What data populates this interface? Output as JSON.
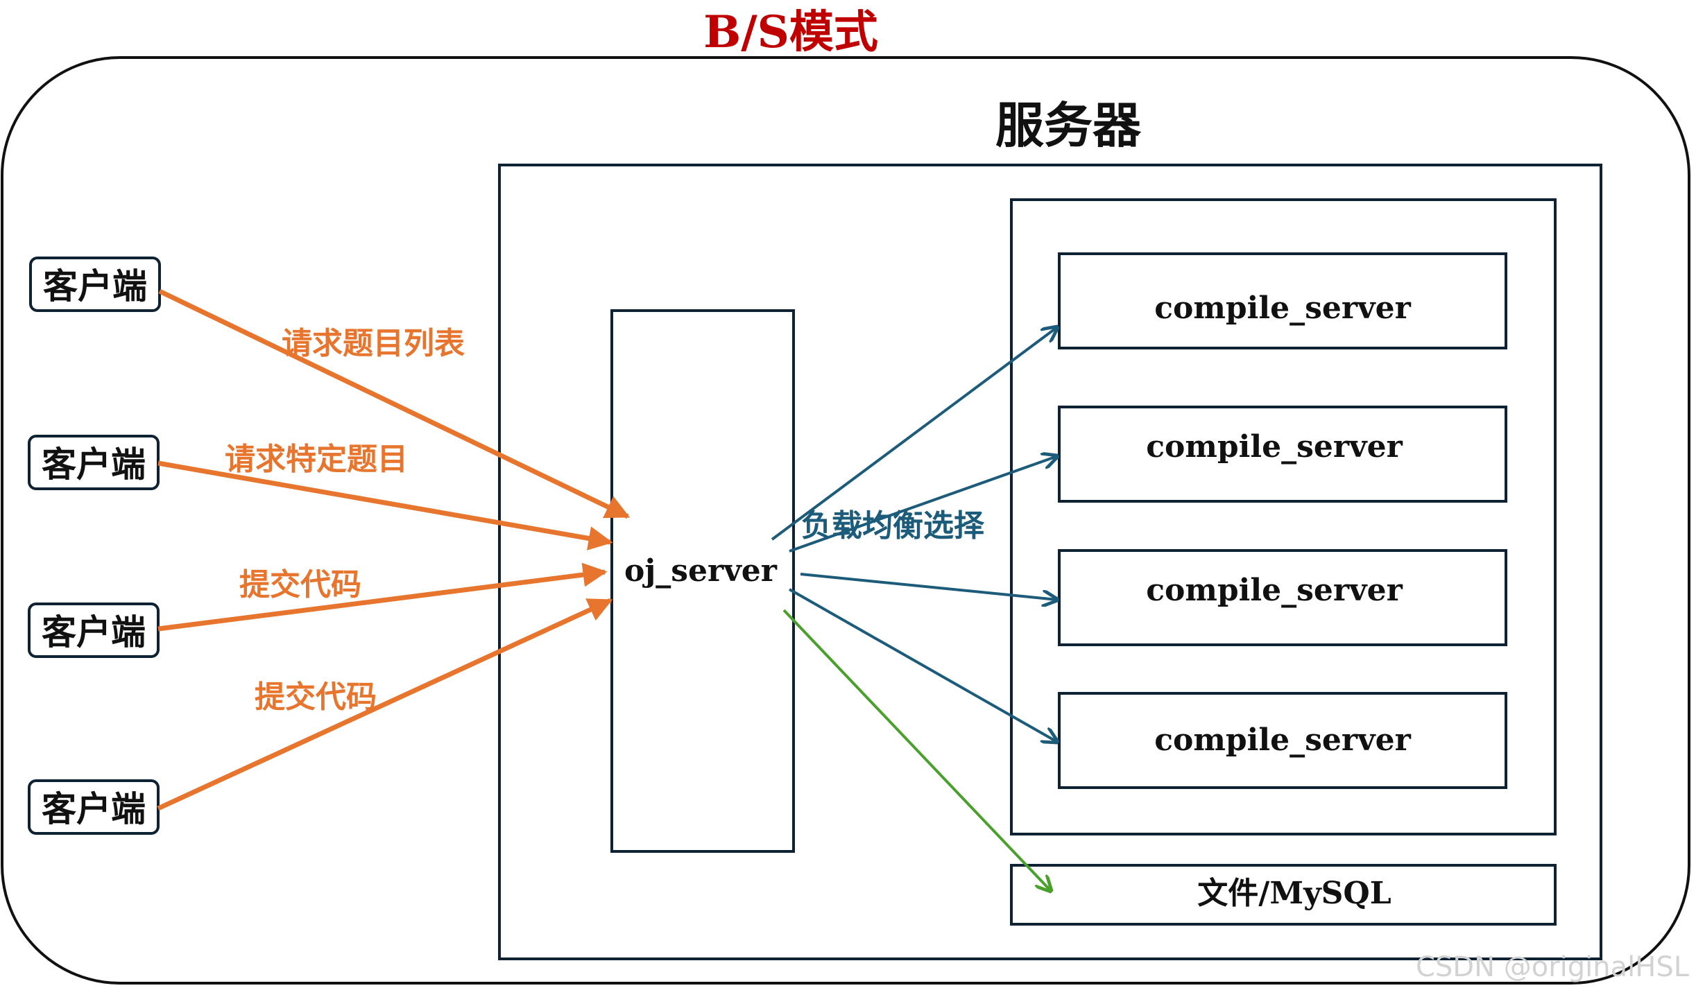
{
  "title": "B/S模式",
  "server_label": "服务器",
  "oj_server": "oj_server",
  "clients": [
    "客户端",
    "客户端",
    "客户端",
    "客户端"
  ],
  "requests": [
    "请求题目列表",
    "请求特定题目",
    "提交代码",
    "提交代码"
  ],
  "load_balance_label": "负载均衡选择",
  "compile_servers": [
    "compile_server",
    "compile_server",
    "compile_server",
    "compile_server"
  ],
  "storage": "文件/MySQL",
  "watermark": "CSDN @originalHSL",
  "colors": {
    "title": "#c00000",
    "request_arrows": "#e8752e",
    "compile_arrows": "#1c5c7a",
    "storage_arrow": "#4aa02c",
    "boxes": "#0e2233"
  }
}
